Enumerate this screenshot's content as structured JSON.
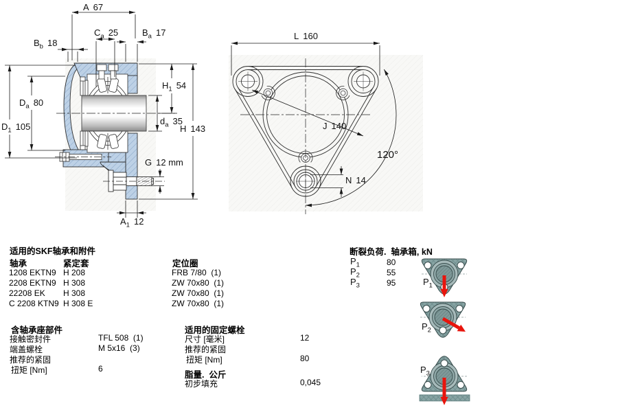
{
  "dims_left": {
    "A": {
      "sym": "A",
      "sub": "",
      "val": "67"
    },
    "Ca": {
      "sym": "C",
      "sub": "a",
      "val": "25"
    },
    "Ba": {
      "sym": "B",
      "sub": "a",
      "val": "17"
    },
    "Bb": {
      "sym": "B",
      "sub": "b",
      "val": "18"
    },
    "H1": {
      "sym": "H",
      "sub": "1",
      "val": "54"
    },
    "Da": {
      "sym": "D",
      "sub": "a",
      "val": "80"
    },
    "D1": {
      "sym": "D",
      "sub": "1",
      "val": "105"
    },
    "da": {
      "sym": "d",
      "sub": "a",
      "val": "35"
    },
    "H": {
      "sym": "H",
      "sub": "",
      "val": "143"
    },
    "G": {
      "sym": "G",
      "sub": "",
      "val": "12 mm"
    },
    "A1": {
      "sym": "A",
      "sub": "1",
      "val": "12"
    }
  },
  "dims_right": {
    "L": {
      "sym": "L",
      "sub": "",
      "val": "160"
    },
    "J": {
      "sym": "J",
      "sub": "",
      "val": "140"
    },
    "N": {
      "sym": "N",
      "sub": "",
      "val": "14"
    },
    "angle": "120°"
  },
  "sec_bearings": {
    "title": "适用的SKF轴承和附件",
    "col_bearing": "轴承",
    "col_sleeve": "紧定套",
    "rows": [
      {
        "bearing": "1208 EKTN9",
        "sleeve": "H 208"
      },
      {
        "bearing": "2208 EKTN9",
        "sleeve": "H 308"
      },
      {
        "bearing": "22208 EK",
        "sleeve": "H 308"
      },
      {
        "bearing": "C 2208 KTN9",
        "sleeve": "H 308 E"
      }
    ]
  },
  "sec_locating": {
    "title": "定位圈",
    "rows": [
      "FRB 7/80  (1)",
      "ZW 70x80  (1)",
      "ZW 70x80  (1)",
      "ZW 70x80  (1)"
    ]
  },
  "sec_parts": {
    "title": "含轴承座部件",
    "rows": [
      {
        "label": "接触密封件",
        "value": "TFL 508  (1)"
      },
      {
        "label": "端盖螺栓",
        "value": "M 5x16  (3)"
      },
      {
        "label": "推荐的紧固",
        "value": ""
      },
      {
        "label": "扭矩 [Nm]",
        "value": "6"
      }
    ]
  },
  "sec_bolts": {
    "title": "适用的固定螺栓",
    "rows": [
      {
        "label": "尺寸 [毫米]",
        "value": "12"
      },
      {
        "label": "推荐的紧固",
        "value": ""
      },
      {
        "label": "扭矩 [Nm]",
        "value": "80"
      }
    ]
  },
  "sec_grease": {
    "title": "脂量.  公斤",
    "rows": [
      {
        "label": "初步填充",
        "value": "0,045"
      }
    ]
  },
  "sec_loads": {
    "title": "断裂负荷.  轴承箱, kN",
    "rows": [
      {
        "sym": "P",
        "sub": "1",
        "value": "80"
      },
      {
        "sym": "P",
        "sub": "2",
        "value": "55"
      },
      {
        "sym": "P",
        "sub": "3",
        "value": "95"
      }
    ]
  },
  "load_icons": {
    "p1": {
      "sym": "P",
      "sub": "1"
    },
    "p2": {
      "sym": "P",
      "sub": "2"
    },
    "p3": {
      "sym": "P",
      "sub": "3"
    }
  },
  "colors": {
    "housing_fill": "#bdd1e6",
    "housing_hatch": "#86a3c6",
    "icon_fill": "#87a3a3",
    "arrow_red": "#e8150d"
  }
}
